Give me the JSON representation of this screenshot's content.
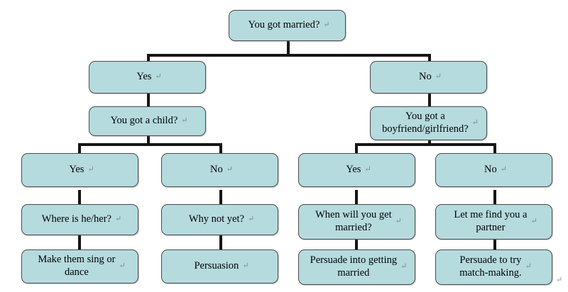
{
  "diagram": {
    "type": "decision-tree-flowchart",
    "title": "You got married? decision tree",
    "background_color": "#ffffff",
    "node_fill_color": "#b5dbdf",
    "node_border_color": "#4a4a4a",
    "connector_color": "#151515",
    "return_mark": "↵",
    "stray_return_mark": "↵"
  },
  "nodes": {
    "root": {
      "text": "You got married?",
      "level": 1
    },
    "l1_yes": {
      "text": "Yes",
      "level": 2
    },
    "l1_no": {
      "text": "No",
      "level": 2
    },
    "q_child": {
      "text": "You got a child?",
      "level": 3
    },
    "q_partner": {
      "text": "You got a\nboyfriend/girlfriend?",
      "level": 3
    },
    "child_yes": {
      "text": "Yes",
      "level": 4
    },
    "child_no": {
      "text": "No",
      "level": 4
    },
    "partner_yes": {
      "text": "Yes",
      "level": 4
    },
    "partner_no": {
      "text": "No",
      "level": 4
    },
    "where_is": {
      "text": "Where is he/her?",
      "level": 5
    },
    "why_not_yet": {
      "text": "Why not yet?",
      "level": 5
    },
    "when_married": {
      "text": "When will you get\nmarried?",
      "level": 5
    },
    "find_partner": {
      "text": "Let me find you a\npartner",
      "level": 5
    },
    "sing_dance": {
      "text": "Make them sing or\ndance",
      "level": 6
    },
    "persuasion": {
      "text": "Persuasion",
      "level": 6
    },
    "persuade_married": {
      "text": "Persuade into getting\nmarried",
      "level": 6
    },
    "persuade_match": {
      "text": "Persuade to try\nmatch-making.",
      "level": 6
    }
  }
}
